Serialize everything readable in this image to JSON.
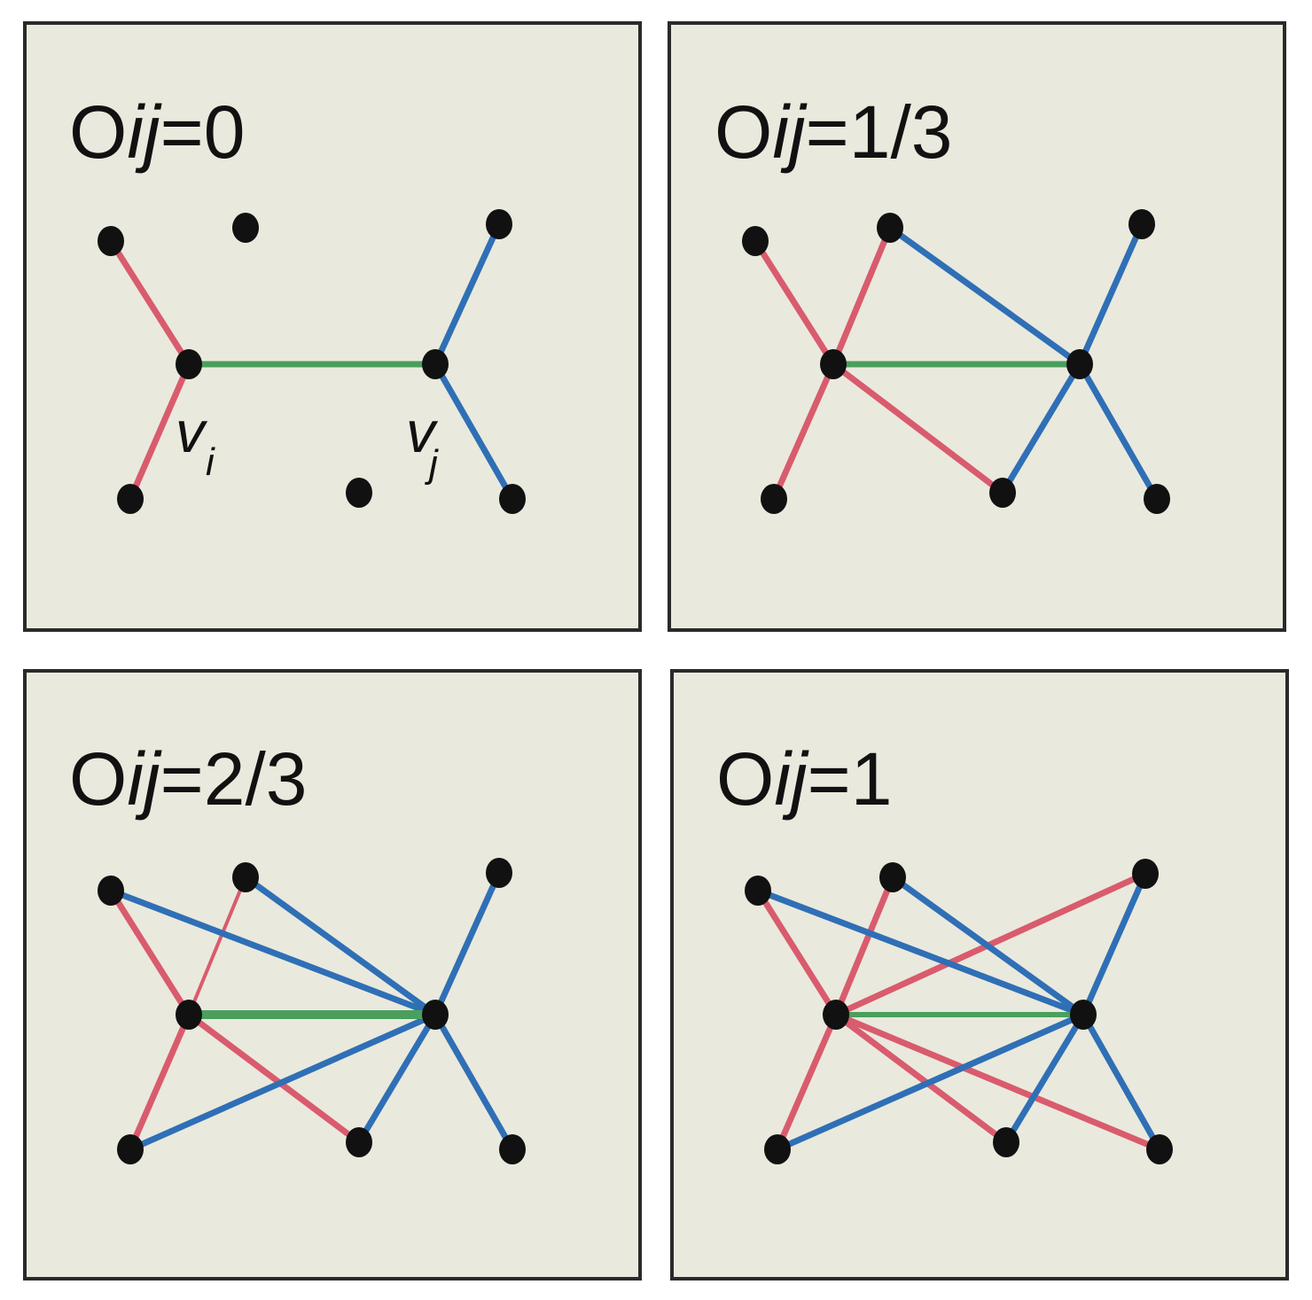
{
  "colors": {
    "panel_fill": "#eae9dd",
    "border": "#2a2a2a",
    "node": "#111111",
    "edge_i": "#d95b6e",
    "edge_j": "#2f6fb6",
    "edge_ij": "#4a9f5c"
  },
  "panels": [
    {
      "name": "panel-oij-0",
      "title": {
        "prefix": "O",
        "sub": "ij",
        "value": "=0"
      },
      "labels": {
        "vi": "v",
        "vi_sub": "i",
        "vj": "v",
        "vj_sub": "j"
      }
    },
    {
      "name": "panel-oij-1-3",
      "title": {
        "prefix": "O",
        "sub": "ij",
        "value": "=1/3"
      }
    },
    {
      "name": "panel-oij-2-3",
      "title": {
        "prefix": "O",
        "sub": "ij",
        "value": "=2/3"
      }
    },
    {
      "name": "panel-oij-1",
      "title": {
        "prefix": "O",
        "sub": "ij",
        "value": "=1"
      }
    }
  ]
}
